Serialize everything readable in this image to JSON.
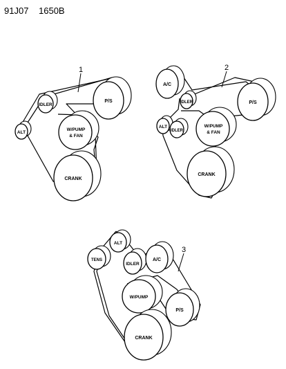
{
  "header": {
    "code_left": "91J07",
    "code_right": "1650B"
  },
  "diagrams": [
    {
      "callout": "1",
      "pulleys": [
        {
          "key": "ps",
          "label": "P/S"
        },
        {
          "key": "idler",
          "label": "IDLER"
        },
        {
          "key": "alt",
          "label": "ALT"
        },
        {
          "key": "wpump",
          "label": "W/PUMP",
          "label2": "& FAN"
        },
        {
          "key": "crank",
          "label": "CRANK"
        }
      ]
    },
    {
      "callout": "2",
      "pulleys": [
        {
          "key": "ac",
          "label": "A/C"
        },
        {
          "key": "idler_top",
          "label": "IDLER"
        },
        {
          "key": "ps",
          "label": "P/S"
        },
        {
          "key": "alt",
          "label": "ALT"
        },
        {
          "key": "idler_low",
          "label": "IDLER"
        },
        {
          "key": "wpump",
          "label": "W/PUMP",
          "label2": "& FAN"
        },
        {
          "key": "crank",
          "label": "CRANK"
        }
      ]
    },
    {
      "callout": "3",
      "pulleys": [
        {
          "key": "alt",
          "label": "ALT"
        },
        {
          "key": "tens",
          "label": "TENS"
        },
        {
          "key": "idler",
          "label": "IDLER"
        },
        {
          "key": "ac",
          "label": "A/C"
        },
        {
          "key": "wpump",
          "label": "W/PUMP"
        },
        {
          "key": "ps",
          "label": "P/S"
        },
        {
          "key": "crank",
          "label": "CRANK"
        }
      ]
    }
  ]
}
